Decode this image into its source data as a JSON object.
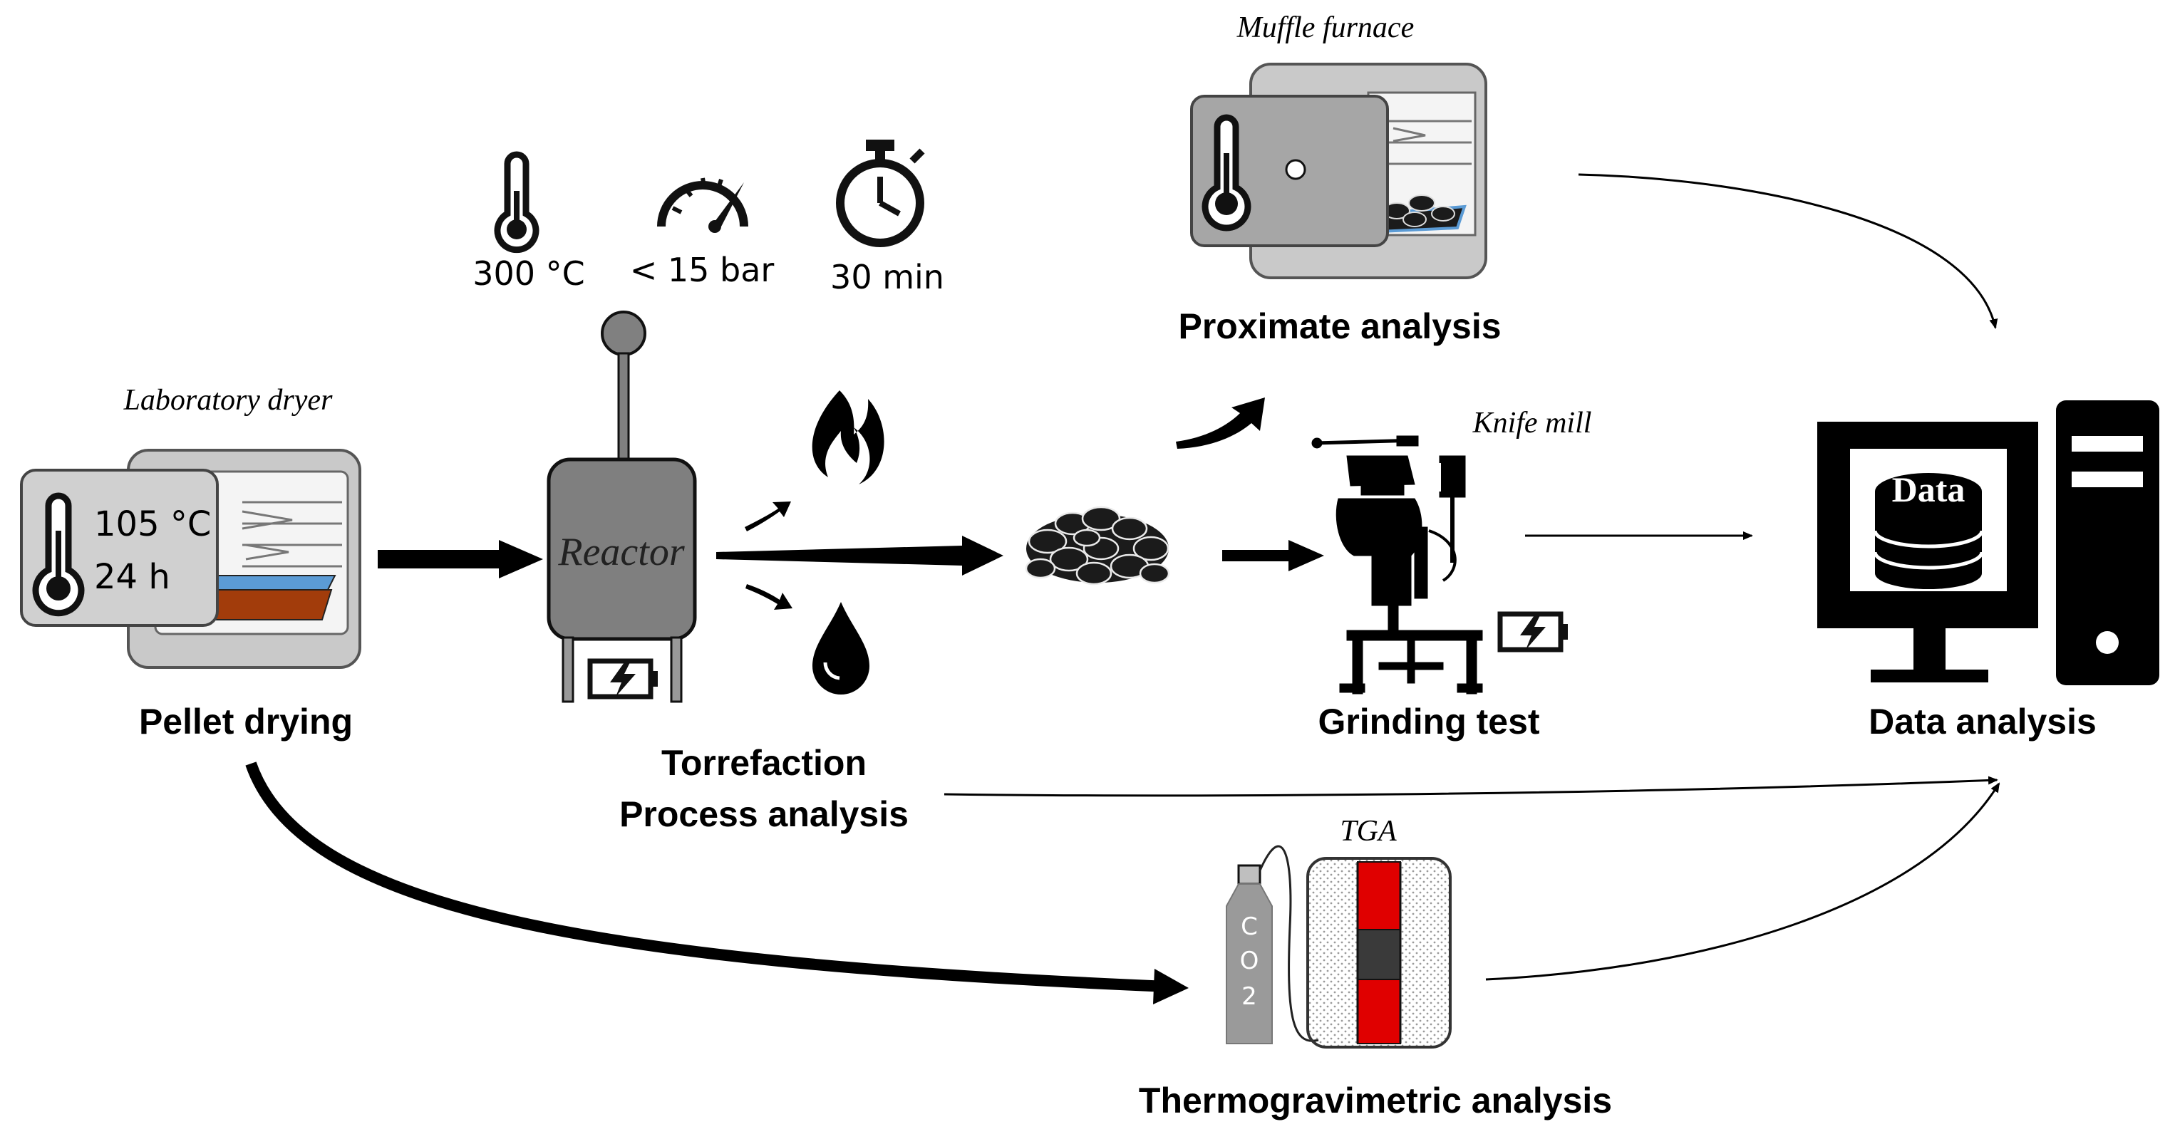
{
  "dryer": {
    "caption": "Laboratory dryer",
    "temperature": "105 °C",
    "duration": "24 h",
    "label": "Pellet drying",
    "thermometer_icon": "thermometer-icon"
  },
  "reactor": {
    "name": "Reactor",
    "params": [
      {
        "icon": "thermometer-icon",
        "value": "300 °C"
      },
      {
        "icon": "pressure-gauge-icon",
        "value": "< 15 bar"
      },
      {
        "icon": "stopwatch-icon",
        "value": "30 min"
      }
    ],
    "label_line1": "Torrefaction",
    "label_line2": "Process analysis",
    "products": [
      "flame-icon",
      "droplet-icon"
    ],
    "power_icon": "battery-charge-icon"
  },
  "muffle": {
    "caption": "Muffle furnace",
    "label": "Proximate analysis"
  },
  "mill": {
    "caption": "Knife mill",
    "label": "Grinding test",
    "power_icon": "battery-charge-icon"
  },
  "tga": {
    "caption": "TGA",
    "gas": "CO2",
    "label": "Thermogravimetric analysis",
    "colors": {
      "sample": "#e00000",
      "crucible": "#3a3a3a"
    }
  },
  "computer": {
    "screen_text": "Data",
    "label": "Data analysis"
  },
  "colors": {
    "reactor_fill": "#7f7f7f",
    "dryer_sample": "#a23c0b",
    "dryer_tray": "#5b9bd5",
    "panel_gray": "#c8c8c8"
  }
}
